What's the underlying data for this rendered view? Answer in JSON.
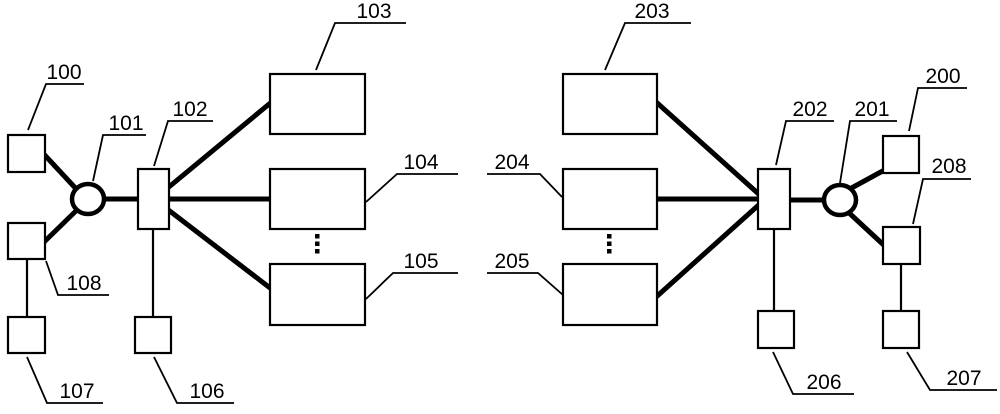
{
  "figure": {
    "kind": "patent-style network diagram, two hub-and-spoke topologies",
    "colors": {
      "background": "#ffffff",
      "stroke": "#000000",
      "text": "#000000"
    }
  },
  "left_network": {
    "node_labels": {
      "l100": "100",
      "l101": "101",
      "l102": "102",
      "l103": "103",
      "l104": "104",
      "l105": "105",
      "l106": "106",
      "l107": "107",
      "l108": "108"
    }
  },
  "right_network": {
    "node_labels": {
      "l200": "200",
      "l201": "201",
      "l202": "202",
      "l203": "203",
      "l204": "204",
      "l205": "205",
      "l206": "206",
      "l207": "207",
      "l208": "208"
    }
  }
}
